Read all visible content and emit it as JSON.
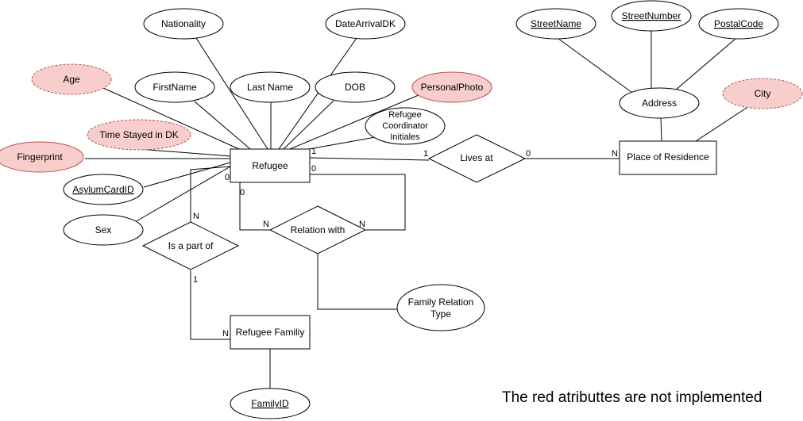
{
  "entities": {
    "refugee": "Refugee",
    "place_of_residence": "Place of Residence",
    "refugee_family": "Refugee Familiy"
  },
  "relationships": {
    "lives_at": "Lives at",
    "relation_with": "Relation with",
    "is_a_part_of": "Is a part of"
  },
  "attributes": {
    "nationality": "Nationality",
    "date_arrival_dk": "DateArrivalDK",
    "first_name": "FirstName",
    "last_name": "Last Name",
    "dob": "DOB",
    "personal_photo": "PersonalPhoto",
    "age": "Age",
    "time_stayed": "Time Stayed in DK",
    "fingerprint": "Fingerprint",
    "coordinator_line1": "Refugee",
    "coordinator_line2": "Coordinator",
    "coordinator_line3": "Initiales",
    "asylum_card_id": "AsylumCardID",
    "sex": "Sex",
    "street_name": "StreetName",
    "street_number": "StreetNumber",
    "postal_code": "PostalCode",
    "address": "Address",
    "city": "City",
    "family_relation_type_line1": "Family Relation",
    "family_relation_type_line2": "Type",
    "family_id": "FamilyID"
  },
  "cardinalities": {
    "refugee_lives_side": "1",
    "lives_left": "1",
    "lives_right": "0",
    "residence_side": "N",
    "refugee_self_top": "0",
    "refugee_self_bottom": "0",
    "relation_left": "N",
    "relation_right": "N",
    "refugee_part_side": "0",
    "part_top": "N",
    "part_bottom": "1",
    "family_side": "N"
  },
  "note": "The red atributtes are not implemented",
  "colors": {
    "not_implemented_fill": "#f8cecc",
    "not_implemented_stroke": "#b85450"
  }
}
